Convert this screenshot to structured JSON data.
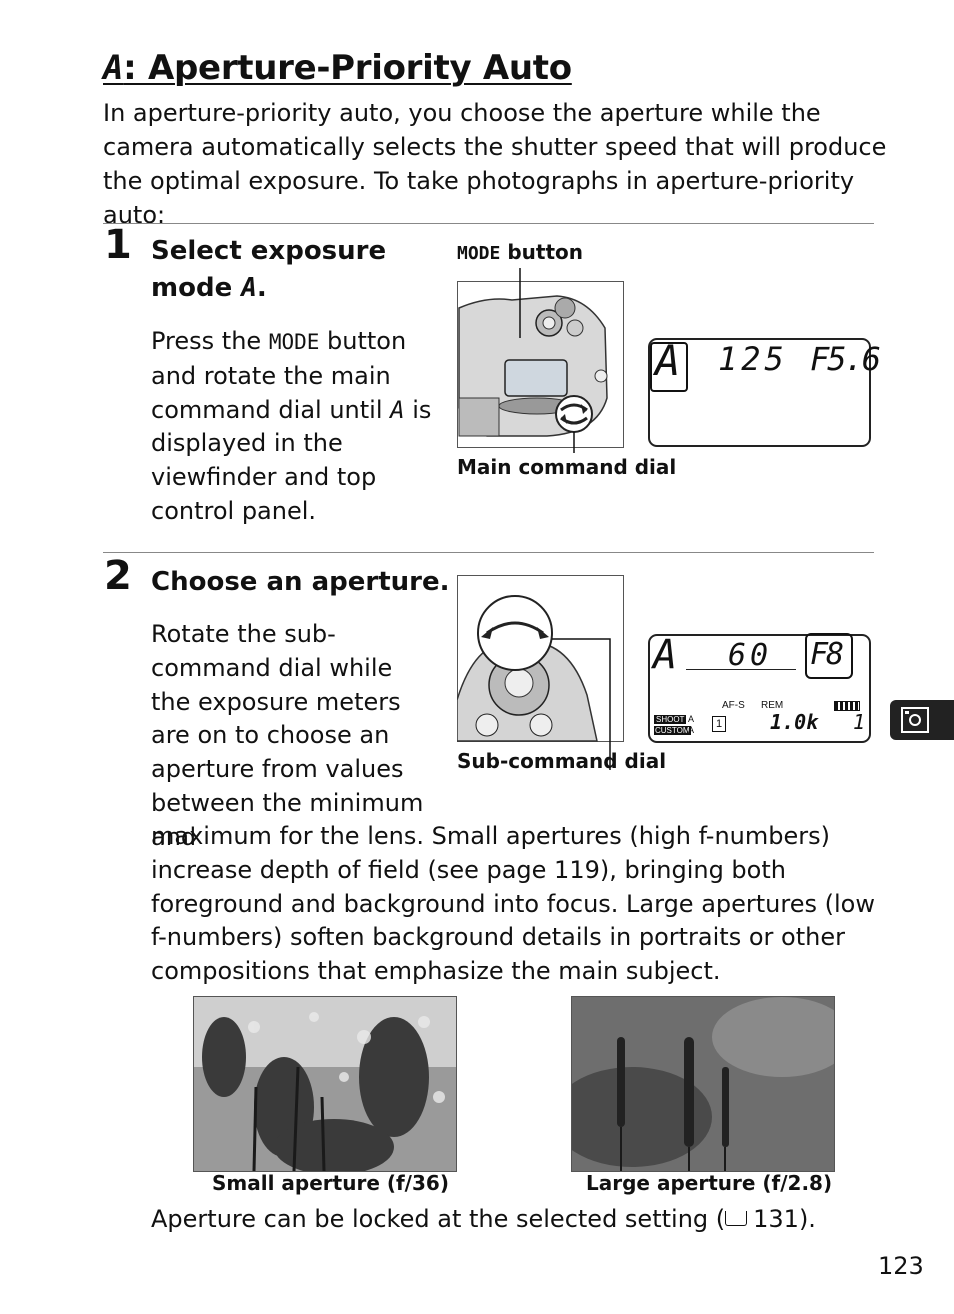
{
  "header": {
    "title_mode": "A",
    "title_text": ": Aperture-Priority Auto",
    "intro": "In aperture-priority auto, you choose the aperture while the camera automatically selects the shutter speed that will produce the optimal exposure.  To take photographs in aperture-priority auto:"
  },
  "step1": {
    "number": "1",
    "heading_line1": "Select exposure",
    "heading_line2_prefix": "mode ",
    "heading_mode": "A",
    "heading_line2_suffix": ".",
    "body_p1": "Press the ",
    "body_mode_word": "MODE",
    "body_p2": " button and rotate the main command dial until ",
    "body_mode_letter": "A",
    "body_p3": " is displayed in the viewfinder and top control panel.",
    "fig": {
      "mode_label_icon": "MODE",
      "mode_label_text": " button",
      "dial_label": "Main command dial",
      "lcd_mode": "A",
      "lcd_shutter": "125",
      "lcd_aperture": "F5.6"
    }
  },
  "step2": {
    "number": "2",
    "heading": "Choose an aperture.",
    "body_narrow": "Rotate the sub-command dial while the exposure meters are on to choose an aperture from values between the minimum and",
    "body_wide": "maximum for the lens.  Small apertures (high f-numbers) increase depth of field (see page 119), bringing both foreground and background into focus.  Large apertures (low f-numbers) soften background details in portraits or other compositions that emphasize the main subject.",
    "fig": {
      "dial_label": "Sub-command dial",
      "lcd_mode": "A",
      "lcd_shutter": "60",
      "lcd_aperture": "F8",
      "lcd_afs": "AF-S",
      "lcd_rem": "REM",
      "lcd_shoot": "SHOOT",
      "lcd_custom": "CUSTOM",
      "lcd_bank_a1": "A",
      "lcd_bank_a2": "A",
      "lcd_frames": "1.0k",
      "lcd_count": "1",
      "lcd_sd": "1"
    },
    "photos": [
      {
        "caption": "Small aperture (f/36)"
      },
      {
        "caption": "Large aperture (f/2.8)"
      }
    ],
    "footer_note_prefix": "Aperture can be locked at the selected setting (",
    "footer_note_ref": "131",
    "footer_note_suffix": ")."
  },
  "side_tab_icon": "exposure-mode-icon",
  "page_number": "123"
}
